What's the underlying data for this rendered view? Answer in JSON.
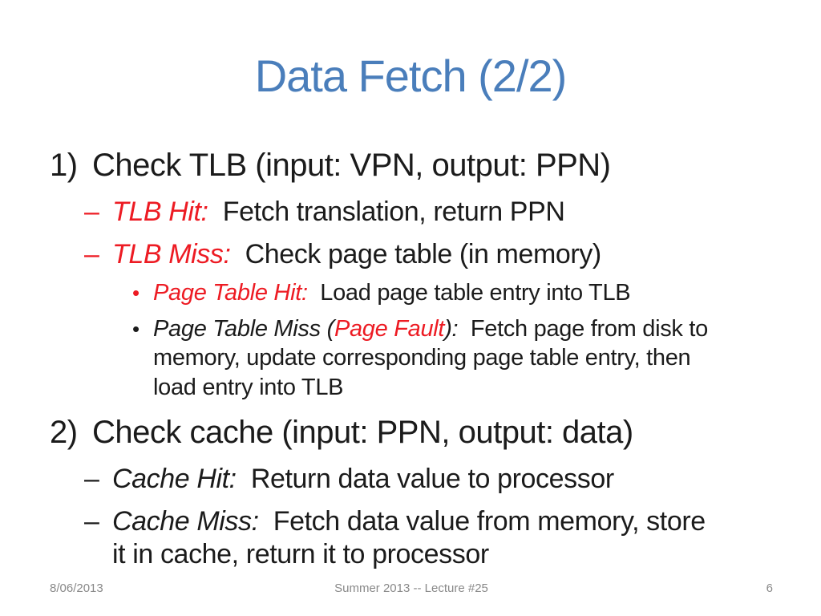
{
  "slide": {
    "title": "Data Fetch (2/2)",
    "colors": {
      "title_blue": "#4a7ebb",
      "emphasis_red": "#ed1b23",
      "body_text": "#1b1b1b",
      "footer_gray": "#898989",
      "background": "#ffffff"
    }
  },
  "content": {
    "items": [
      {
        "marker": "1)",
        "lines": [
          [
            {
              "t": "Check TLB (input: VPN, output: PPN)"
            }
          ]
        ]
      },
      {
        "marker": "–",
        "lines": [
          [
            {
              "t": "TLB Hit:"
            },
            {
              "t": "  Fetch translation, return PPN"
            }
          ]
        ]
      },
      {
        "marker": "–",
        "lines": [
          [
            {
              "t": "TLB Miss:"
            },
            {
              "t": "  Check page table (in memory)"
            }
          ]
        ]
      },
      {
        "marker": "•",
        "lines": [
          [
            {
              "t": "Page Table Hit:"
            },
            {
              "t": "  Load page table entry into TLB"
            }
          ]
        ]
      },
      {
        "marker": "•",
        "lines": [
          [
            {
              "t": "Page Table Miss ("
            },
            {
              "t": "Page Fault"
            },
            {
              "t": "):"
            },
            {
              "t": "  Fetch page from disk to"
            }
          ],
          [
            {
              "t": "memory, update corresponding page table entry, then"
            }
          ],
          [
            {
              "t": "load entry into TLB"
            }
          ]
        ]
      },
      {
        "marker": "2)",
        "lines": [
          [
            {
              "t": "Check cache (input: PPN, output: data)"
            }
          ]
        ]
      },
      {
        "marker": "–",
        "lines": [
          [
            {
              "t": "Cache Hit:"
            },
            {
              "t": "  Return data value to processor"
            }
          ]
        ]
      },
      {
        "marker": "–",
        "lines": [
          [
            {
              "t": "Cache Miss:"
            },
            {
              "t": "  Fetch data value from memory, store"
            }
          ],
          [
            {
              "t": "it in cache, return it to processor"
            }
          ]
        ]
      }
    ]
  },
  "footer": {
    "date": "8/06/2013",
    "center": "Summer 2013 -- Lecture #25",
    "page_number": "6"
  }
}
